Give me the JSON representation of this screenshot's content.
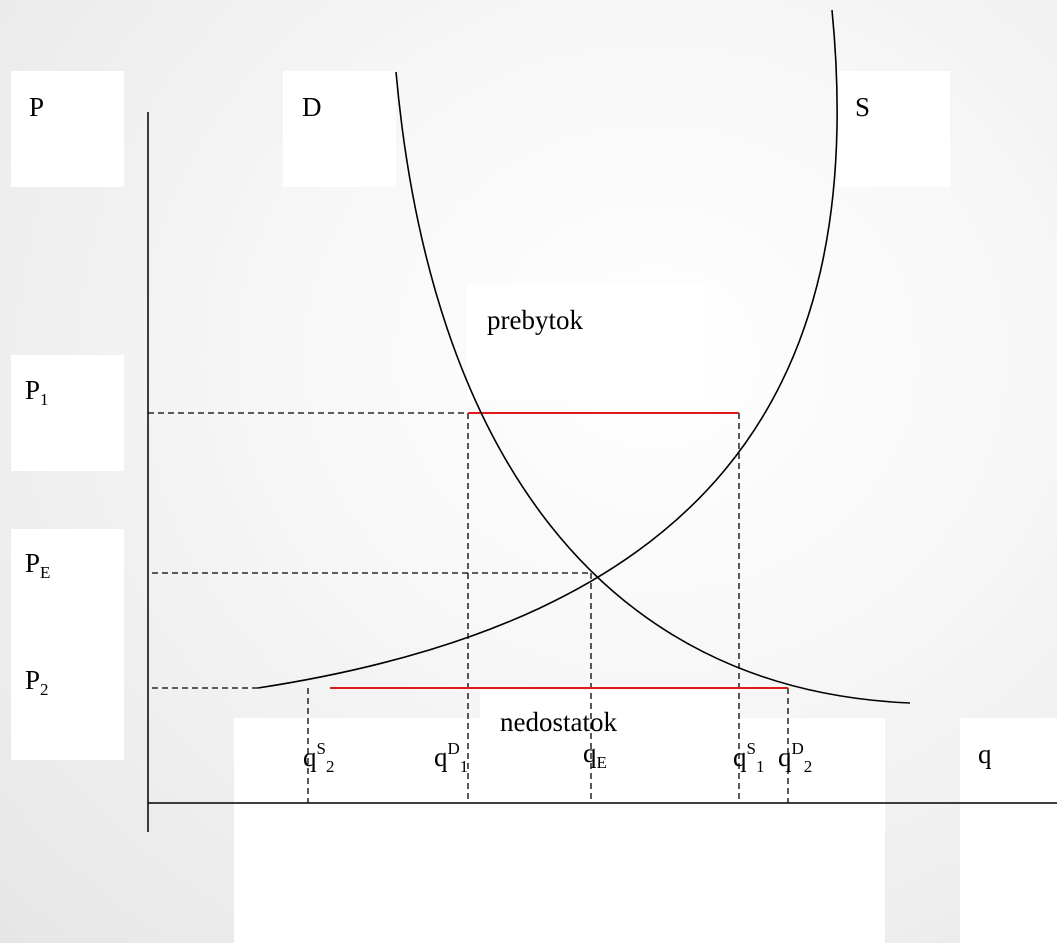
{
  "labels": {
    "price_axis": "P",
    "quantity_axis": "q",
    "demand_curve": "D",
    "supply_curve": "S",
    "surplus": "prebytok",
    "shortage": "nedostatok"
  },
  "price_levels": [
    {
      "base": "P",
      "sub": "1"
    },
    {
      "base": "P",
      "sub": "E"
    },
    {
      "base": "P",
      "sub": "2"
    }
  ],
  "quantity_levels": [
    {
      "base": "q",
      "sup": "S",
      "sub": "2"
    },
    {
      "base": "q",
      "sup": "D",
      "sub": "1"
    },
    {
      "base": "q",
      "sup": "",
      "sub": "E"
    },
    {
      "base": "q",
      "sup": "S",
      "sub": "1"
    },
    {
      "base": "q",
      "sup": "D",
      "sub": "2"
    }
  ],
  "colors": {
    "curve": "#000000",
    "gap_line": "#e0191b",
    "guide": "#000000",
    "label_box": "#ffffff"
  }
}
